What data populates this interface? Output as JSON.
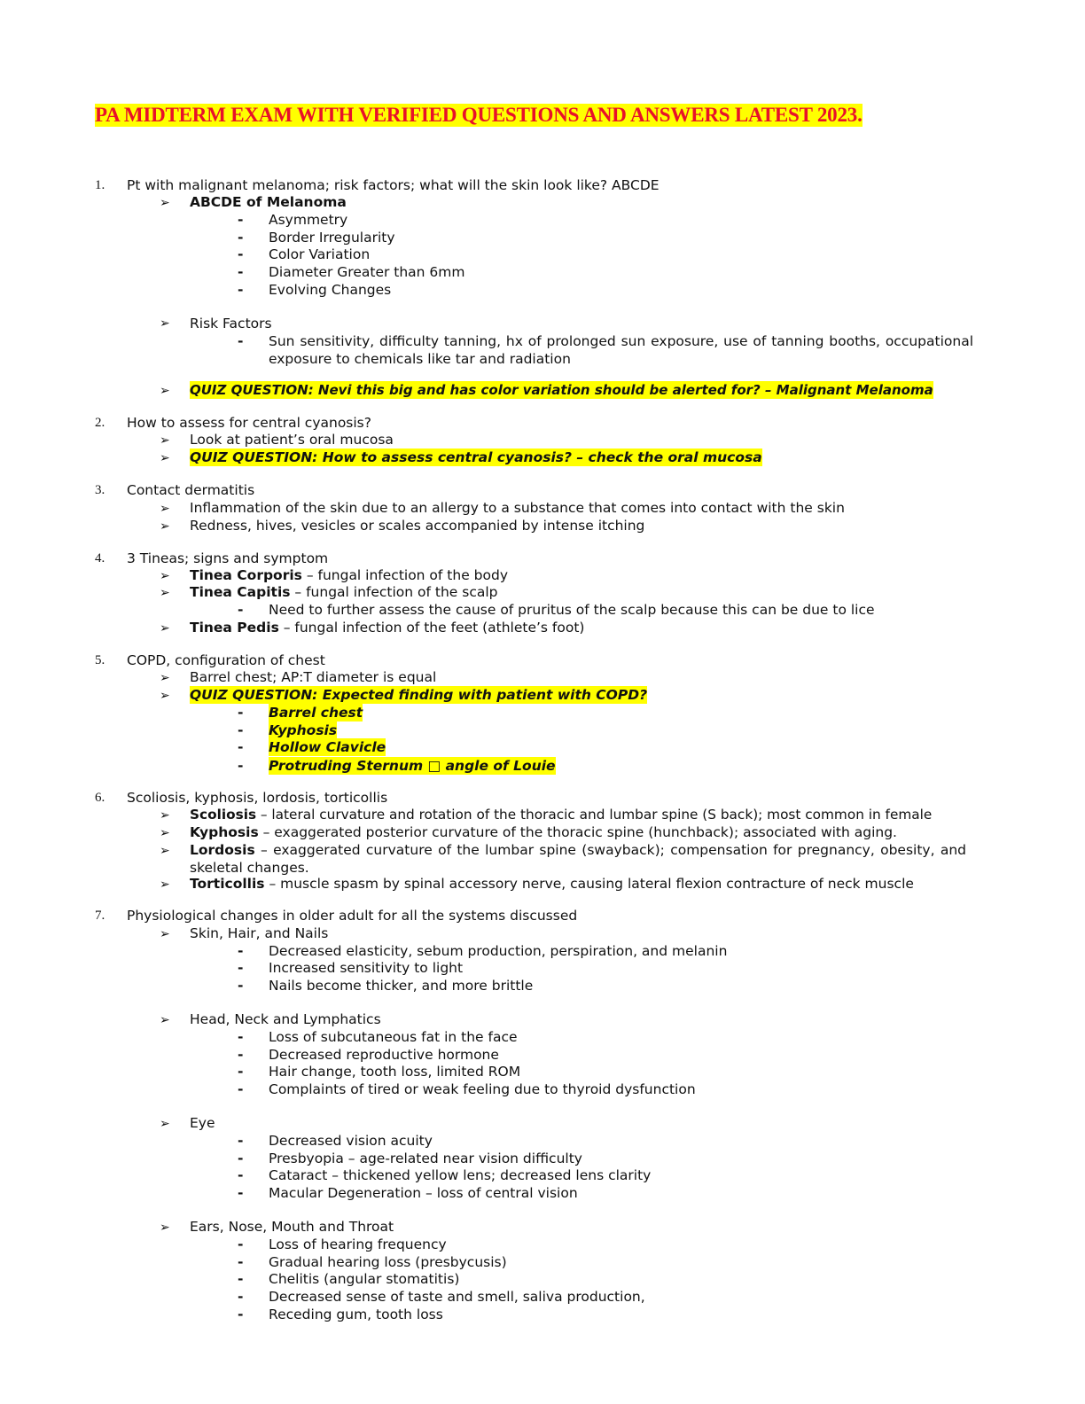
{
  "title": "PA MIDTERM EXAM WITH VERIFIED QUESTIONS AND ANSWERS LATEST 2023.",
  "glyphs": {
    "arrow": "➢",
    "dash": "-"
  },
  "q1": {
    "num": "1.",
    "text": "Pt with malignant melanoma; risk factors; what will the skin look like? ABCDE",
    "abcde": "ABCDE of Melanoma",
    "items": [
      "Asymmetry",
      "Border Irregularity",
      "Color Variation",
      "Diameter Greater than 6mm",
      "Evolving Changes"
    ],
    "risk": "Risk Factors",
    "risk_detail": "Sun sensitivity, difficulty tanning, hx of prolonged sun exposure, use of tanning booths, occupational exposure to chemicals like tar and radiation",
    "quiz": "QUIZ QUESTION: Nevi this big and has color variation should be alerted for? – Malignant Melanoma"
  },
  "q2": {
    "num": "2.",
    "text": "How to assess for central cyanosis?",
    "a1": "Look at patient’s oral mucosa",
    "quiz": "QUIZ QUESTION: How to assess central cyanosis? – check the oral mucosa"
  },
  "q3": {
    "num": "3.",
    "text": "Contact dermatitis",
    "a1": "Inflammation of the skin due to an allergy to a substance that comes into contact with the skin",
    "a2": "Redness, hives, vesicles or scales accompanied by intense itching"
  },
  "q4": {
    "num": "4.",
    "text": "3 Tineas; signs and symptom",
    "t1_name": "Tinea Corporis",
    "t1_desc": " – fungal infection of the body",
    "t2_name": "Tinea Capitis",
    "t2_desc": " – fungal infection of the scalp",
    "t2_note": "Need to further assess the cause of pruritus of the scalp because this can be due to lice",
    "t3_name": "Tinea Pedis",
    "t3_desc": " – fungal infection of the feet (athlete’s foot)"
  },
  "q5": {
    "num": "5.",
    "text": "COPD, configuration of chest",
    "a1": "Barrel chest; AP:T diameter is equal",
    "quiz": "QUIZ QUESTION: Expected finding with patient with COPD?",
    "findings": [
      "Barrel chest",
      "Kyphosis",
      "Hollow Clavicle",
      "Protruding Sternum □ angle of Louie"
    ]
  },
  "q6": {
    "num": "6.",
    "text": "Scoliosis, kyphosis, lordosis, torticollis",
    "s_name": "Scoliosis",
    "s_desc": " – lateral curvature and rotation of the thoracic and lumbar spine (S back); most common in female",
    "k_name": "Kyphosis",
    "k_desc": " – exaggerated posterior curvature of the thoracic spine (hunchback); associated with aging.",
    "l_name": "Lordosis",
    "l_desc": " – exaggerated curvature of the lumbar spine (swayback); compensation for pregnancy, obesity, and skeletal changes.",
    "t_name": "Torticollis",
    "t_desc": " – muscle spasm by spinal accessory nerve, causing lateral flexion contracture of neck muscle"
  },
  "q7": {
    "num": "7.",
    "text": "Physiological changes in older adult for all the systems discussed",
    "sections": [
      {
        "label": "Skin, Hair, and Nails",
        "items": [
          "Decreased elasticity, sebum production, perspiration, and melanin",
          "Increased sensitivity to light",
          "Nails become thicker, and more brittle"
        ]
      },
      {
        "label": "Head, Neck and Lymphatics",
        "items": [
          "Loss of subcutaneous fat in the face",
          "Decreased reproductive hormone",
          "Hair change, tooth loss, limited ROM",
          "Complaints of tired or weak feeling due to thyroid dysfunction"
        ]
      },
      {
        "label": "Eye",
        "items": [
          "Decreased vision acuity",
          "Presbyopia – age-related near vision difficulty",
          "Cataract – thickened yellow lens; decreased lens clarity",
          "Macular Degeneration – loss of central vision"
        ]
      },
      {
        "label": "Ears, Nose, Mouth and Throat",
        "items": [
          "Loss of hearing frequency",
          "Gradual hearing loss (presbycusis)",
          "Chelitis (angular stomatitis)",
          "Decreased sense of taste and smell, saliva production,",
          "Receding gum, tooth loss"
        ]
      }
    ]
  }
}
